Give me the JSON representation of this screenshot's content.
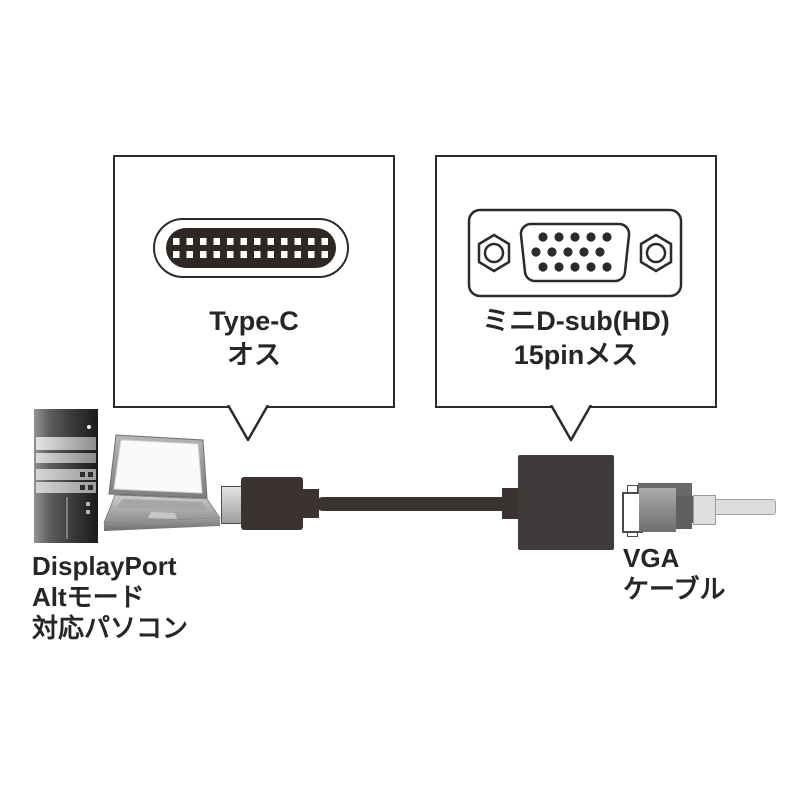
{
  "diagram": {
    "background": "#ffffff",
    "outline_color": "#2b2b2b",
    "text_color": "#262626",
    "connector_dark_color": "#3a3331",
    "adapter_body_color": "#403a3b"
  },
  "callout_typec": {
    "icon": "usb-type-c-plug-face",
    "label_line1": "Type-C",
    "label_line2": "オス"
  },
  "callout_dsub": {
    "icon": "mini-dsub-hd15-female-face",
    "label_line1": "ミニD-sub(HD)",
    "label_line2": "15pinメス"
  },
  "source_device": {
    "icon": "desktop-tower-and-laptop",
    "label_line1": "DisplayPort",
    "label_line2": "Altモード",
    "label_line3": "対応パソコン"
  },
  "adapter": {
    "icon": "usb-c-to-vga-adapter-cable"
  },
  "vga_cable": {
    "icon": "vga-cable-plug",
    "label_line1": "VGA",
    "label_line2": "ケーブル"
  }
}
